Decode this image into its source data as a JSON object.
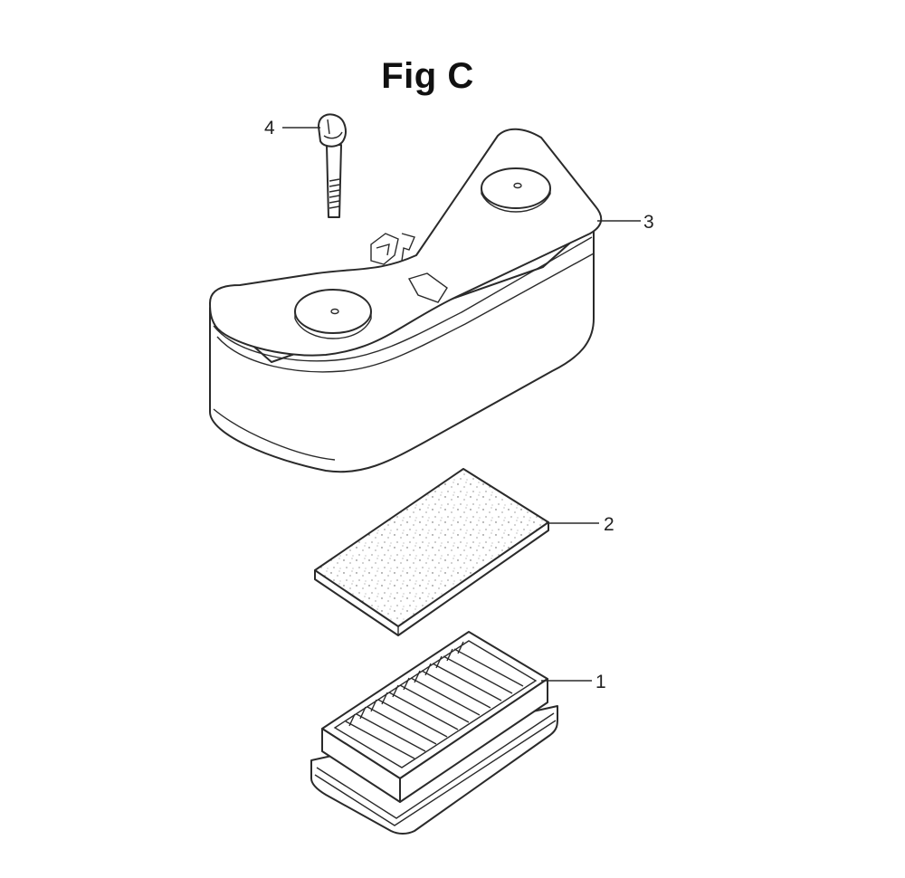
{
  "figure": {
    "title": "Fig C"
  },
  "callouts": [
    {
      "id": "part-4",
      "label": "4"
    },
    {
      "id": "part-3",
      "label": "3"
    },
    {
      "id": "part-2",
      "label": "2"
    },
    {
      "id": "part-1",
      "label": "1"
    }
  ],
  "parts": [
    {
      "number": "4",
      "depicts": "bolt-with-knob"
    },
    {
      "number": "3",
      "depicts": "air-cleaner-cover"
    },
    {
      "number": "2",
      "depicts": "foam-pre-filter"
    },
    {
      "number": "1",
      "depicts": "pleated-paper-element"
    }
  ]
}
